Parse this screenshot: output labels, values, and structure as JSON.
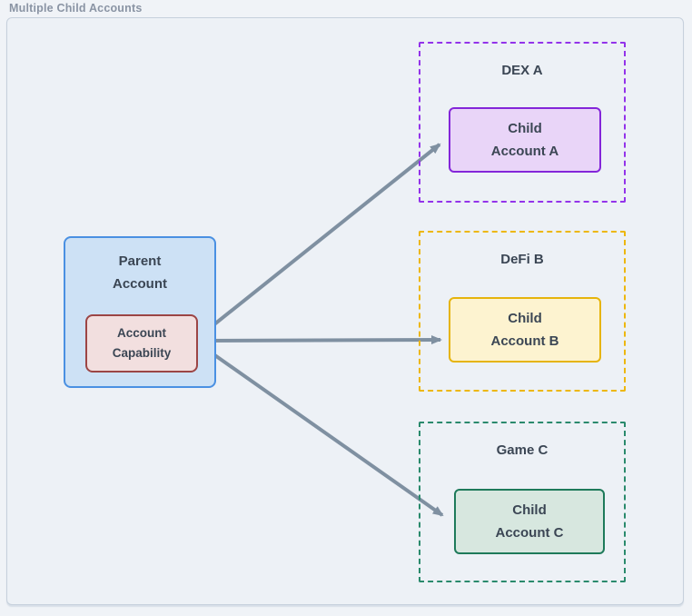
{
  "title": "Multiple Child Accounts",
  "parent_node": {
    "name_line1": "Parent",
    "name_line2": "Account",
    "fill": "#cde1f5",
    "border": "#4a90e2",
    "capability": {
      "line1": "Account",
      "line2": "Capability",
      "fill": "#f2dfdf",
      "border": "#9c4545"
    }
  },
  "groups": [
    {
      "label": "DEX A",
      "child_line1": "Child",
      "child_line2": "Account A",
      "dash_color": "#9333ea",
      "child_fill": "#e9d5f8",
      "child_border": "#8426d9"
    },
    {
      "label": "DeFi B",
      "child_line1": "Child",
      "child_line2": "Account B",
      "dash_color": "#edb70d",
      "child_fill": "#fdf3d0",
      "child_border": "#e6b40c"
    },
    {
      "label": "Game C",
      "child_line1": "Child",
      "child_line2": "Account C",
      "dash_color": "#2a8a6c",
      "child_fill": "#d7e7df",
      "child_border": "#1e7a5a"
    }
  ],
  "arrows": {
    "color": "#7f90a1",
    "connections": [
      {
        "from": "Account Capability",
        "to": "Child Account A"
      },
      {
        "from": "Account Capability",
        "to": "Child Account B"
      },
      {
        "from": "Account Capability",
        "to": "Child Account C"
      }
    ]
  },
  "frame": {
    "page_bg": "#f0f3f7",
    "canvas_bg": "#edf1f6",
    "canvas_border": "#c6d0dc",
    "title_color": "#8a94a4",
    "text_color": "#3b4654"
  }
}
